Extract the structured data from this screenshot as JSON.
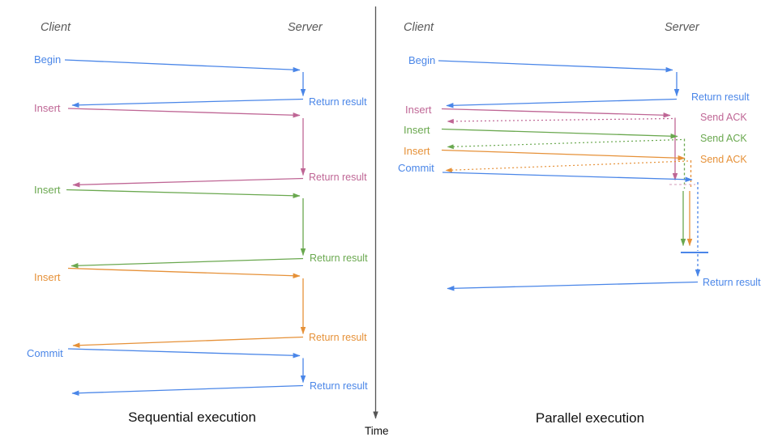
{
  "colors": {
    "blue": "#4a86e8",
    "pink": "#bf6695",
    "pinkLight": "#dcadc6",
    "green": "#6aa84f",
    "orange": "#e69138",
    "gray": "#555555",
    "ink": "#111111",
    "muted": "#595959"
  },
  "divider": {
    "time_label": "Time"
  },
  "sequential": {
    "title": "Sequential execution",
    "client_header": "Client",
    "server_header": "Server",
    "messages": [
      {
        "label": "Begin",
        "result": "Return result"
      },
      {
        "label": "Insert",
        "result": "Return result"
      },
      {
        "label": "Insert",
        "result": "Return result"
      },
      {
        "label": "Insert",
        "result": "Return result"
      },
      {
        "label": "Commit",
        "result": "Return result"
      }
    ]
  },
  "parallel": {
    "title": "Parallel execution",
    "client_header": "Client",
    "server_header": "Server",
    "messages": [
      {
        "label": "Begin",
        "result": "Return result"
      },
      {
        "label": "Insert",
        "result": "Send ACK"
      },
      {
        "label": "Insert",
        "result": "Send ACK"
      },
      {
        "label": "Insert",
        "result": "Send ACK"
      },
      {
        "label": "Commit",
        "result": ""
      }
    ],
    "final_result": "Return result"
  }
}
